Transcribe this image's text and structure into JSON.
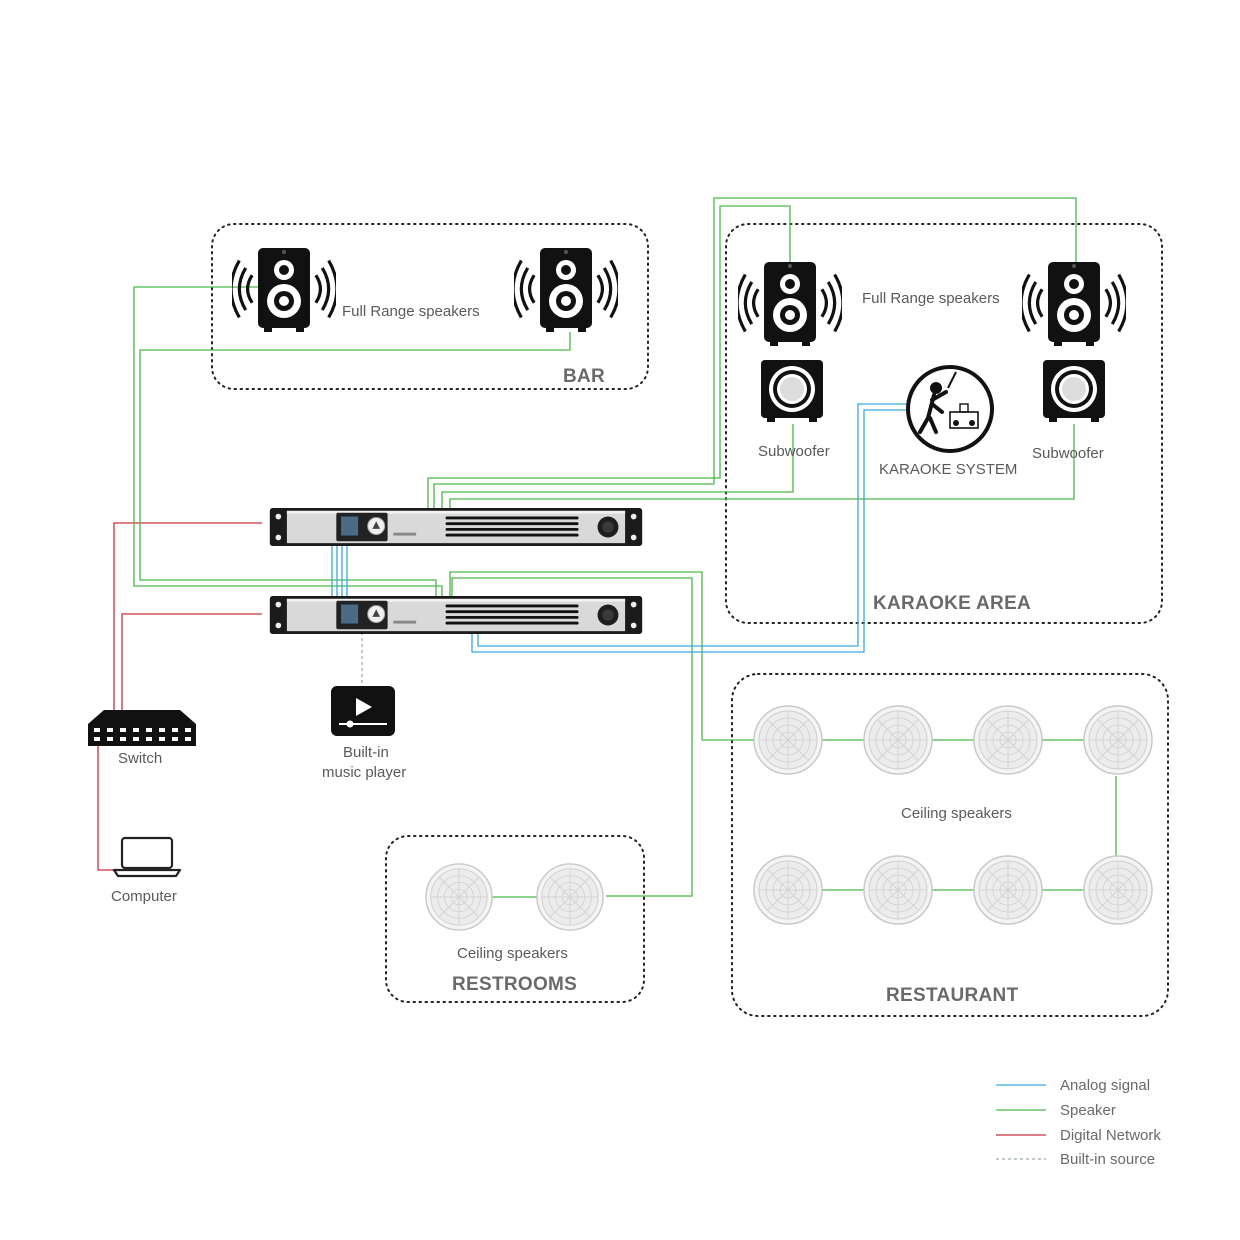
{
  "zones": {
    "bar": "BAR",
    "karaoke": "KARAOKE AREA",
    "restaurant": "RESTAURANT",
    "restrooms": "RESTROOMS"
  },
  "labels": {
    "bar_speakers": "Full Range speakers",
    "karaoke_speakers": "Full Range speakers",
    "subwoofer_left": "Subwoofer",
    "subwoofer_right": "Subwoofer",
    "karaoke_system": "KARAOKE SYSTEM",
    "switch": "Switch",
    "computer": "Computer",
    "music_player_line1": "Built-in",
    "music_player_line2": "music player",
    "restaurant_ceiling": "Ceiling speakers",
    "restroom_ceiling": "Ceiling speakers"
  },
  "legend": [
    {
      "label": "Analog signal",
      "color": "#3aa8dd",
      "style": "solid"
    },
    {
      "label": "Speaker",
      "color": "#4cb648",
      "style": "solid"
    },
    {
      "label": "Digital Network",
      "color": "#c9303a",
      "style": "solid"
    },
    {
      "label": "Built-in source",
      "color": "#9aa6a6",
      "style": "dashed"
    }
  ],
  "colors": {
    "analog": "#3aa8dd",
    "speaker": "#4cb648",
    "network": "#c9303a",
    "builtin": "#9aa6a6"
  },
  "icons": [
    "speaker-icon",
    "subwoofer-icon",
    "karaoke-icon",
    "amplifier-icon",
    "switch-icon",
    "laptop-icon",
    "play-icon",
    "ceiling-speaker-icon"
  ]
}
